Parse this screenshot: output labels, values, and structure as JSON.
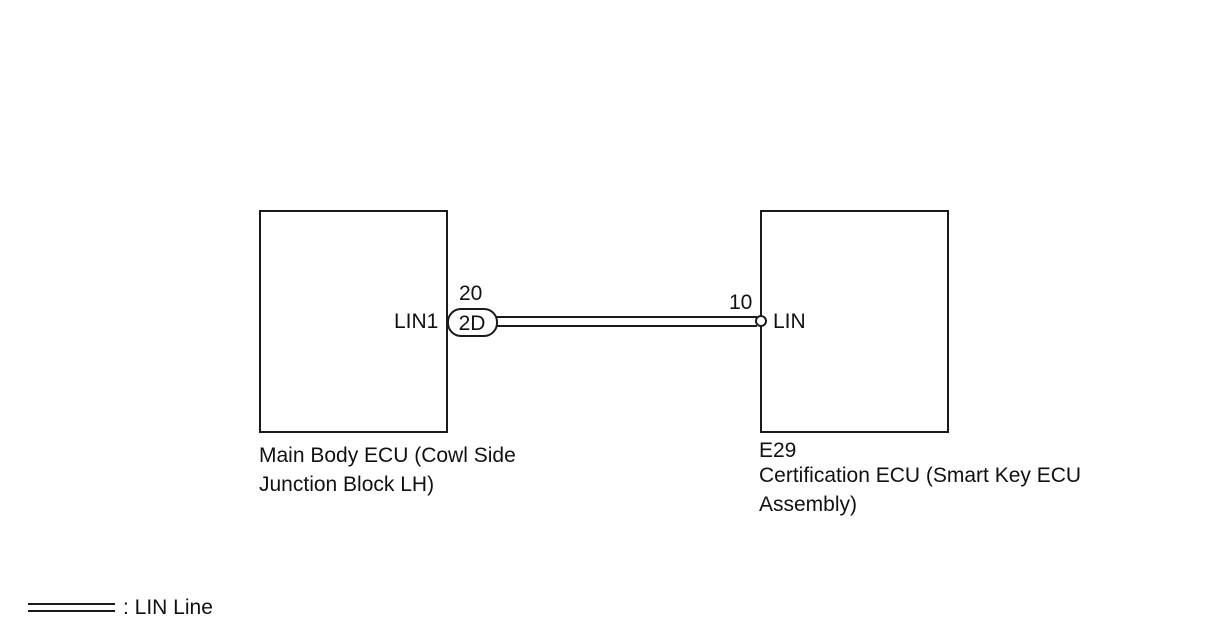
{
  "left_ecu": {
    "pin_number": "20",
    "pin_name": "LIN1",
    "connector": "2D",
    "name_line1": "Main Body ECU (Cowl Side",
    "name_line2": "Junction Block LH)"
  },
  "right_ecu": {
    "pin_number": "10",
    "pin_name": "LIN",
    "code": "E29",
    "name_line1": "Certification ECU (Smart Key ECU",
    "name_line2": "Assembly)"
  },
  "legend": {
    "label": ": LIN Line"
  },
  "colors": {
    "line": "#1a1a1a",
    "background": "#ffffff"
  }
}
